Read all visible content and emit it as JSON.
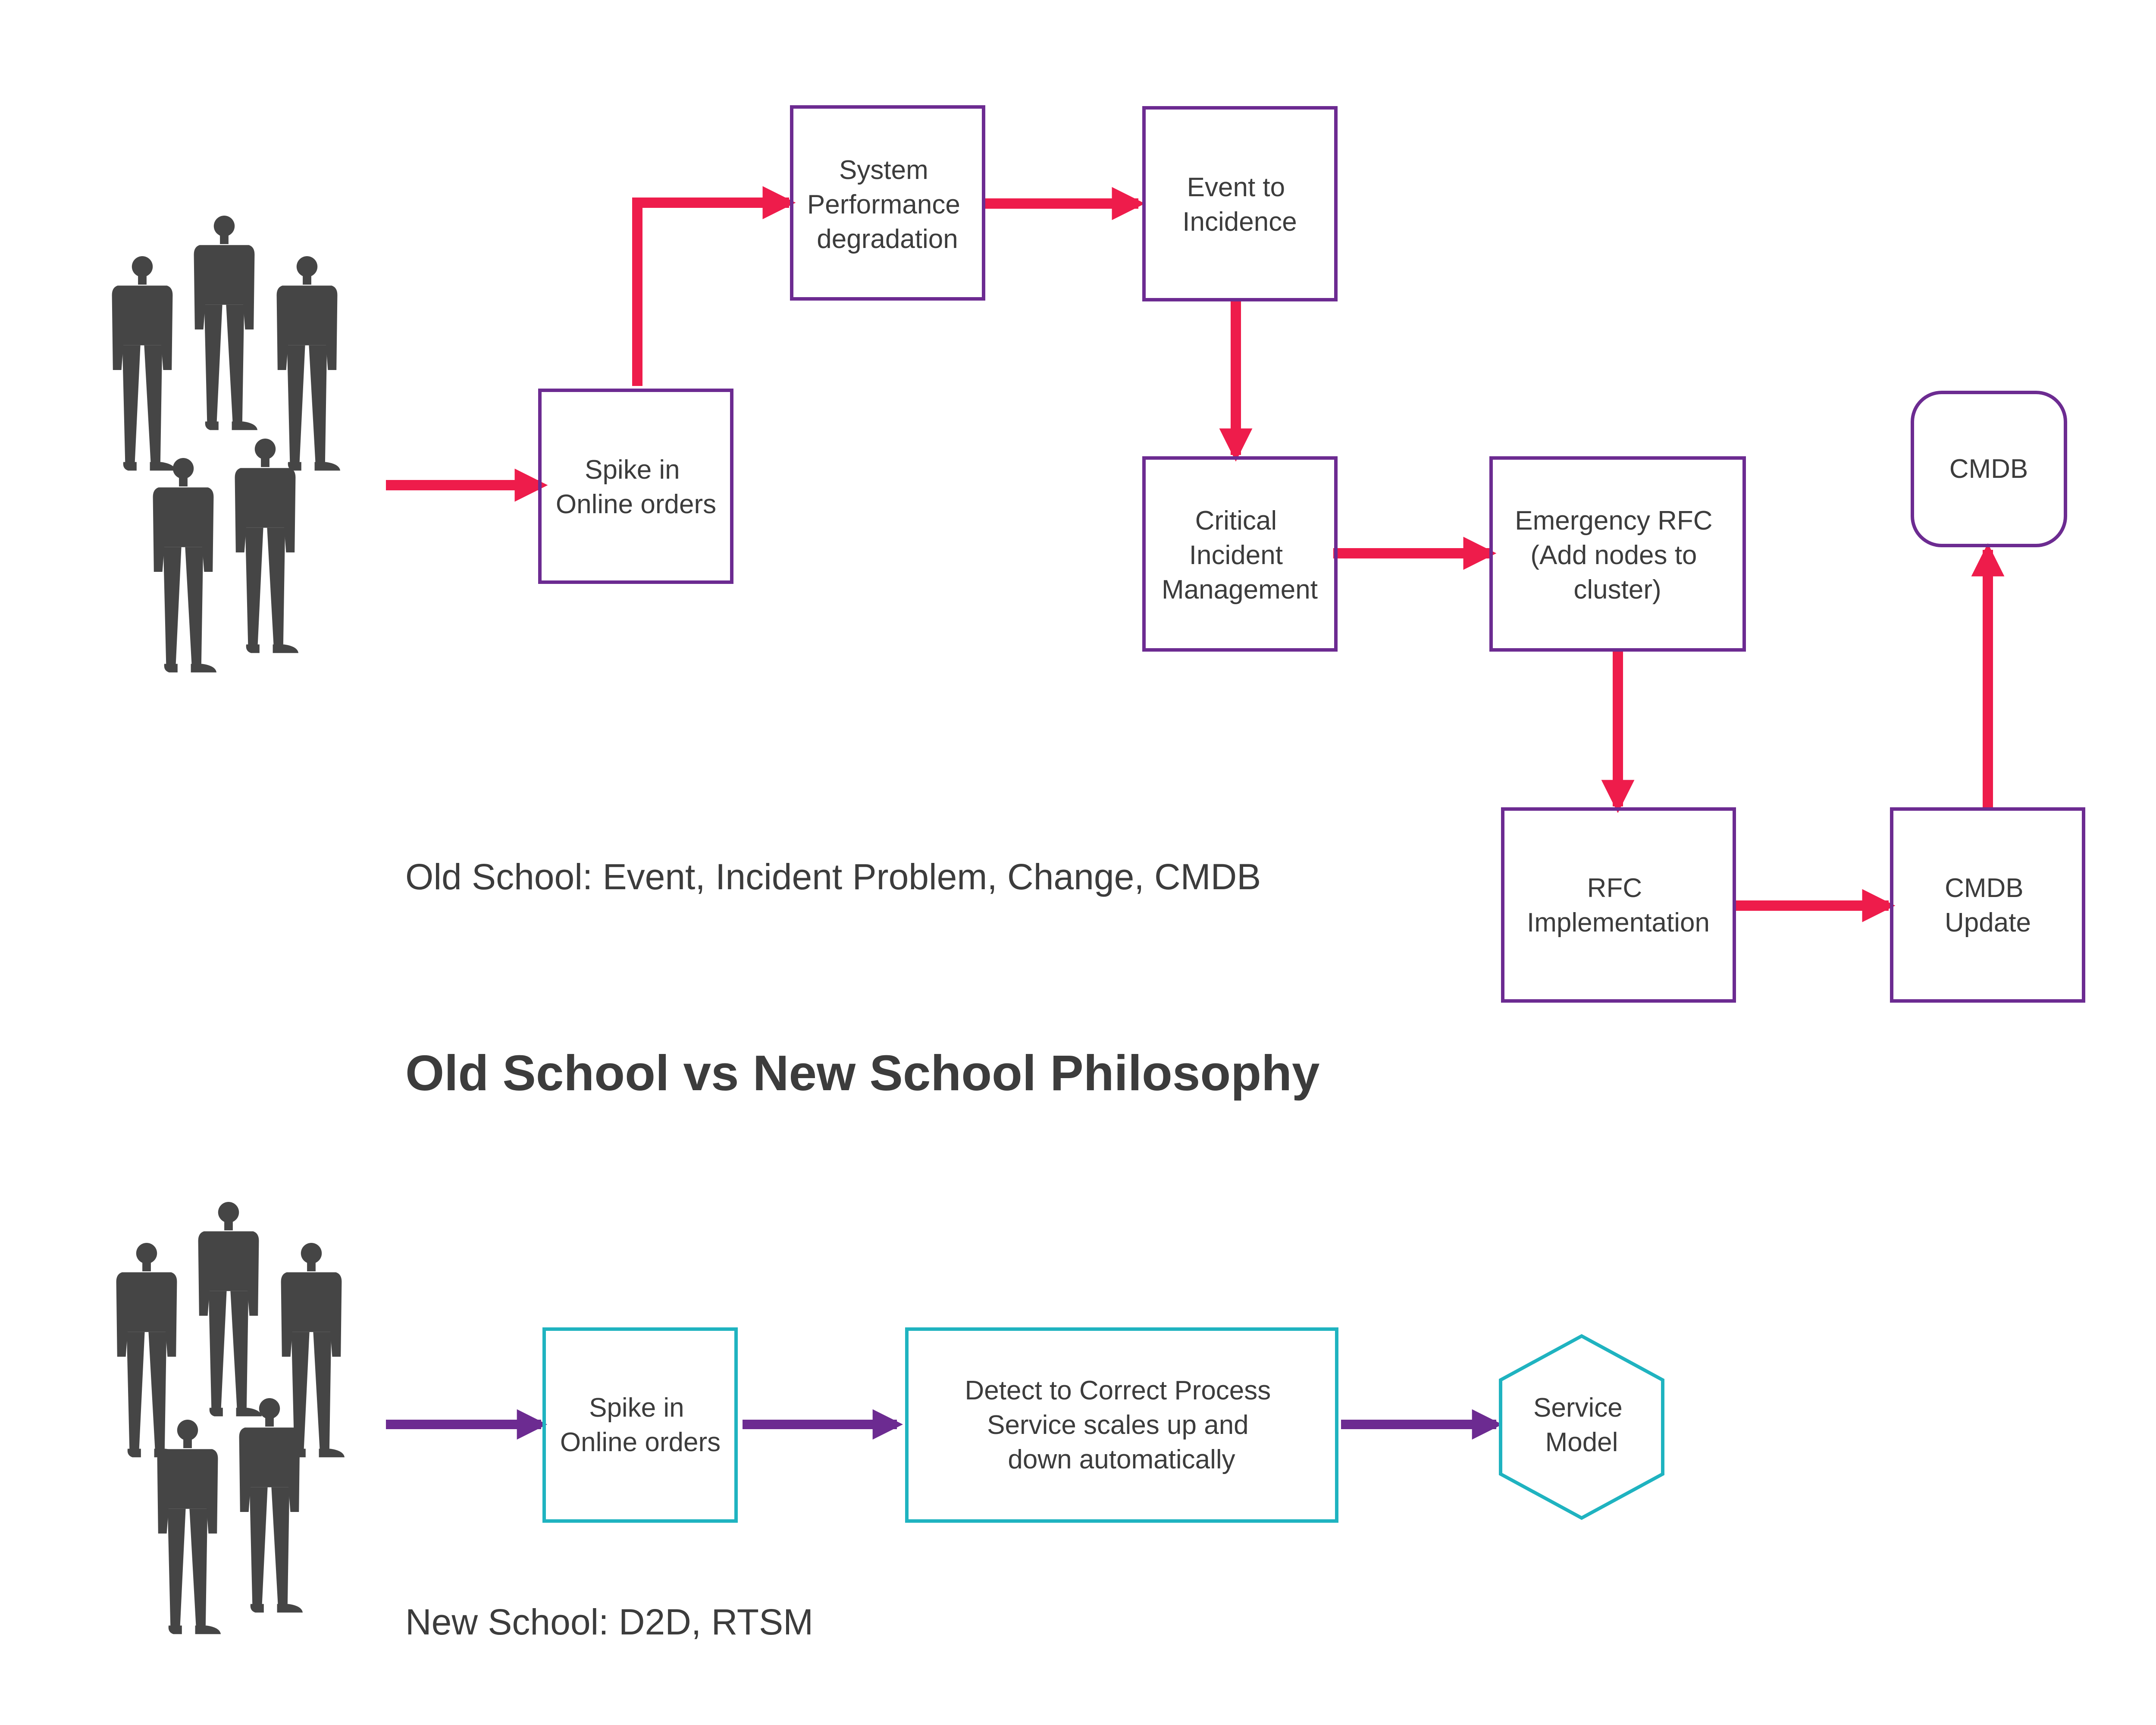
{
  "title": "Old School vs New School Philosophy",
  "colors": {
    "old_arrow": "#ee1c4b",
    "old_border": "#6c2b91",
    "new_arrow": "#6c2b91",
    "new_border": "#1fb3c0",
    "people": "#454545",
    "text": "#3c3c3c"
  },
  "old_school": {
    "caption": "Old School: Event, Incident Problem, Change, CMDB",
    "spike": [
      "Spike in",
      "Online orders"
    ],
    "system_performance": [
      "System",
      "Performance",
      "degradation"
    ],
    "event_to_incidence": [
      "Event to",
      "Incidence"
    ],
    "critical_incident": [
      "Critical",
      "Incident",
      "Management"
    ],
    "emergency_rfc": [
      "Emergency RFC",
      "(Add nodes to",
      "cluster)"
    ],
    "rfc_implementation": [
      "RFC",
      "Implementation"
    ],
    "cmdb_update": [
      "CMDB",
      "Update"
    ],
    "cmdb": [
      "CMDB"
    ]
  },
  "new_school": {
    "caption": "New School: D2D, RTSM",
    "spike": [
      "Spike in",
      "Online orders"
    ],
    "detect_to_correct": [
      "Detect to Correct Process",
      "Service scales up and",
      "down automatically"
    ],
    "service_model": [
      "Service",
      "Model"
    ]
  },
  "icons": {
    "old_group": "people-group-icon",
    "new_group": "people-group-icon"
  }
}
